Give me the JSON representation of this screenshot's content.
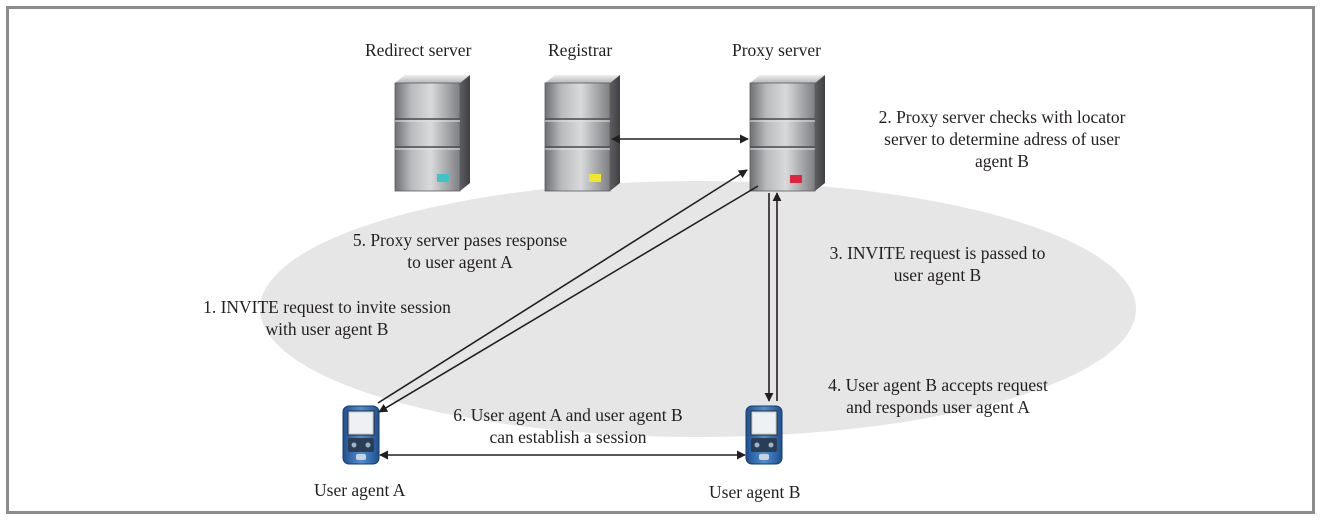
{
  "nodes": {
    "redirect_server": "Redirect server",
    "registrar": "Registrar",
    "proxy_server": "Proxy server",
    "user_agent_a": "User agent A",
    "user_agent_b": "User agent B"
  },
  "steps": {
    "s1": [
      "1. INVITE request to invite session",
      "with user agent B"
    ],
    "s2": [
      "2. Proxy server checks with locator",
      "server to determine adress of user",
      "agent B"
    ],
    "s3": [
      "3. INVITE request is passed to",
      "user agent B"
    ],
    "s4": [
      "4. User agent B accepts request",
      "and responds user agent A"
    ],
    "s5": [
      "5. Proxy server pases response",
      "to user agent A"
    ],
    "s6": [
      "6. User agent A and user agent B",
      "can establish a session"
    ]
  },
  "colors": {
    "ellipse": "#e6e6e7",
    "server_body": "#9a9b9d",
    "redirect_led": "#3ec3c8",
    "registrar_led": "#f3e62a",
    "proxy_led": "#e0243c",
    "frame": "#8c8c8c"
  },
  "icons": {
    "server": "server-tower-icon",
    "device": "pda-handheld-icon"
  }
}
